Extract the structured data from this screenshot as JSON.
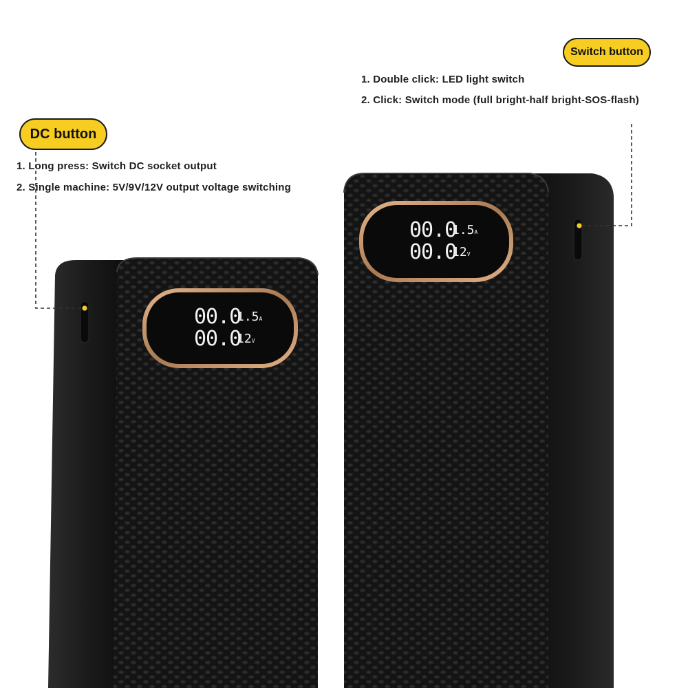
{
  "dc_button": {
    "label": "DC button",
    "notes": [
      "1. Long press: Switch DC socket output",
      "2. Single machine: 5V/9V/12V output voltage switching"
    ]
  },
  "switch_button": {
    "label": "Switch button",
    "notes": [
      "1. Double click: LED light switch",
      "2. Click: Switch mode (full bright-half bright-SOS-flash)"
    ]
  },
  "display": {
    "digits": "00.0",
    "current": "1.5",
    "current_unit": "A",
    "voltage": "12",
    "voltage_unit": "V"
  },
  "colors": {
    "callout": "#f7cd22",
    "body": "#141414",
    "bezel": "#c9966b",
    "guide": "#333333"
  }
}
